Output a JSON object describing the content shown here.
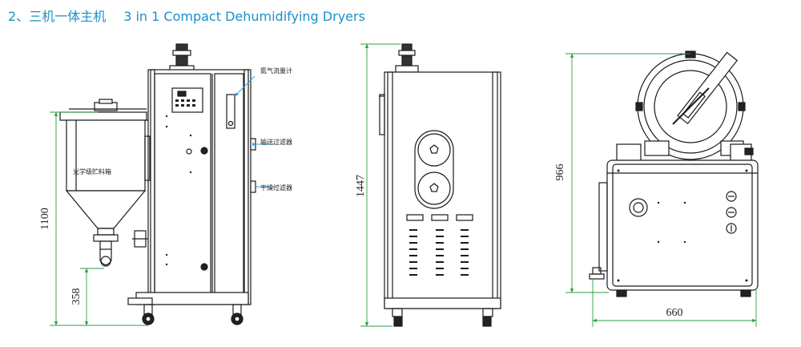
{
  "title": {
    "number": "2、",
    "zh": "三机一体主机",
    "en": "3 in 1 Compact Dehumidifying Dryers"
  },
  "front_view": {
    "labels": {
      "nitrogen_flowmeter": "氮气流量计",
      "conveying_filter": "输送过滤器",
      "drying_filter": "干燥过滤器",
      "hopper": "光学级贮料箱"
    },
    "dim_height": "1100",
    "dim_base": "358"
  },
  "side_view": {
    "dim_height": "1447"
  },
  "top_view": {
    "dim_depth": "966",
    "dim_width": "660"
  },
  "colors": {
    "title": "#1b8fc9",
    "dimension_line": "#2e9e44",
    "drawing_line": "#1a1a1a",
    "leader_line": "#3aa0d8"
  }
}
